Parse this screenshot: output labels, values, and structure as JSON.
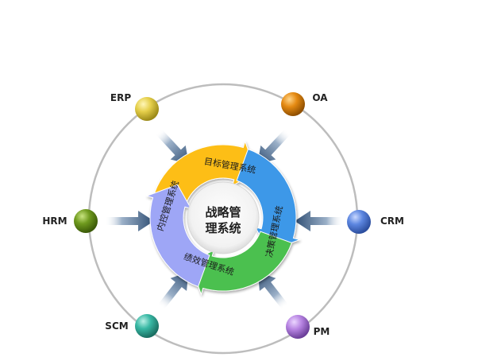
{
  "center": {
    "line1": "战略管",
    "line2": "理系统"
  },
  "segments": [
    {
      "id": "target",
      "label": "目标管理系统",
      "color": "#FDBE14"
    },
    {
      "id": "decision",
      "label": "决策管理系统",
      "color": "#3E98E8"
    },
    {
      "id": "perf",
      "label": "绩效管理系统",
      "color": "#4CC04F"
    },
    {
      "id": "control",
      "label": "内控管理系统",
      "color": "#9EA6F6"
    }
  ],
  "nodes": [
    {
      "id": "erp",
      "label": "ERP",
      "color": "#E5CF4A"
    },
    {
      "id": "oa",
      "label": "OA",
      "color": "#E58A12"
    },
    {
      "id": "hrm",
      "label": "HRM",
      "color": "#6F9A1E"
    },
    {
      "id": "crm",
      "label": "CRM",
      "color": "#5C86E0"
    },
    {
      "id": "scm",
      "label": "SCM",
      "color": "#38B8A4"
    },
    {
      "id": "pm",
      "label": "PM",
      "color": "#B784E2"
    }
  ],
  "colors": {
    "ring": "#BDBDBD",
    "arrow": "#34557A"
  }
}
